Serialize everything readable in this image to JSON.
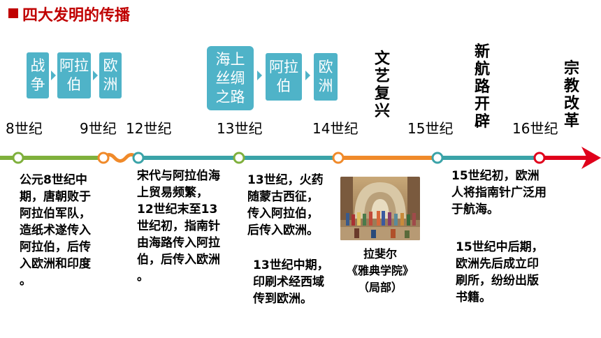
{
  "title": "四大发明的传播",
  "route1": {
    "boxes": [
      {
        "lines": [
          "战",
          "争"
        ]
      },
      {
        "lines": [
          "阿拉",
          "伯"
        ]
      },
      {
        "lines": [
          "欧",
          "洲"
        ]
      }
    ]
  },
  "route2": {
    "boxes": [
      {
        "lines": [
          "海上",
          "丝绸",
          "之路"
        ]
      },
      {
        "lines": [
          "阿拉",
          "伯"
        ]
      },
      {
        "lines": [
          "欧",
          "洲"
        ]
      }
    ]
  },
  "centuries": [
    "8世纪",
    "9世纪",
    "12世纪",
    "13世纪",
    "14世纪",
    "15世纪",
    "16世纪"
  ],
  "events": [
    {
      "chars": [
        "文",
        "艺",
        "复",
        "兴"
      ]
    },
    {
      "chars": [
        "新",
        "航",
        "路",
        "开",
        "辟"
      ]
    },
    {
      "chars": [
        "宗",
        "教",
        "改",
        "革"
      ]
    }
  ],
  "descriptions": [
    {
      "lines": [
        "公元8世纪中",
        "期，唐朝败于",
        "阿拉伯军队，",
        "造纸术遂传入",
        "阿拉伯，后传",
        "入欧洲和印度",
        "。"
      ]
    },
    {
      "lines": [
        "宋代与阿拉伯海",
        "上贸易频繁，",
        "12世纪末至13",
        "世纪初，指南针",
        "由海路传入阿拉",
        "伯，后传入欧洲",
        "。"
      ]
    },
    {
      "lines": [
        "13世纪，火药",
        "随蒙古西征，",
        "传入阿拉伯，",
        "后传入欧洲。"
      ]
    },
    {
      "lines": [
        "13世纪中期，",
        "印刷术经西域",
        "传到欧洲。"
      ]
    },
    {
      "lines": [
        "15世纪初，欧洲",
        "人将指南针广泛用",
        "于航海。"
      ]
    },
    {
      "lines": [
        "15世纪中后期，",
        "欧洲先后成立印",
        "刷所，纷纷出版",
        "书籍。"
      ]
    }
  ],
  "painting_caption": [
    "拉斐尔",
    "《雅典学院》",
    "（局部）"
  ],
  "colors": {
    "title": "#c00000",
    "box": "#4fb3c8",
    "timeline_green": "#7fb03c",
    "timeline_orange": "#f08a2a",
    "timeline_teal": "#3aa3a8",
    "arrow_red": "#e0001b"
  }
}
